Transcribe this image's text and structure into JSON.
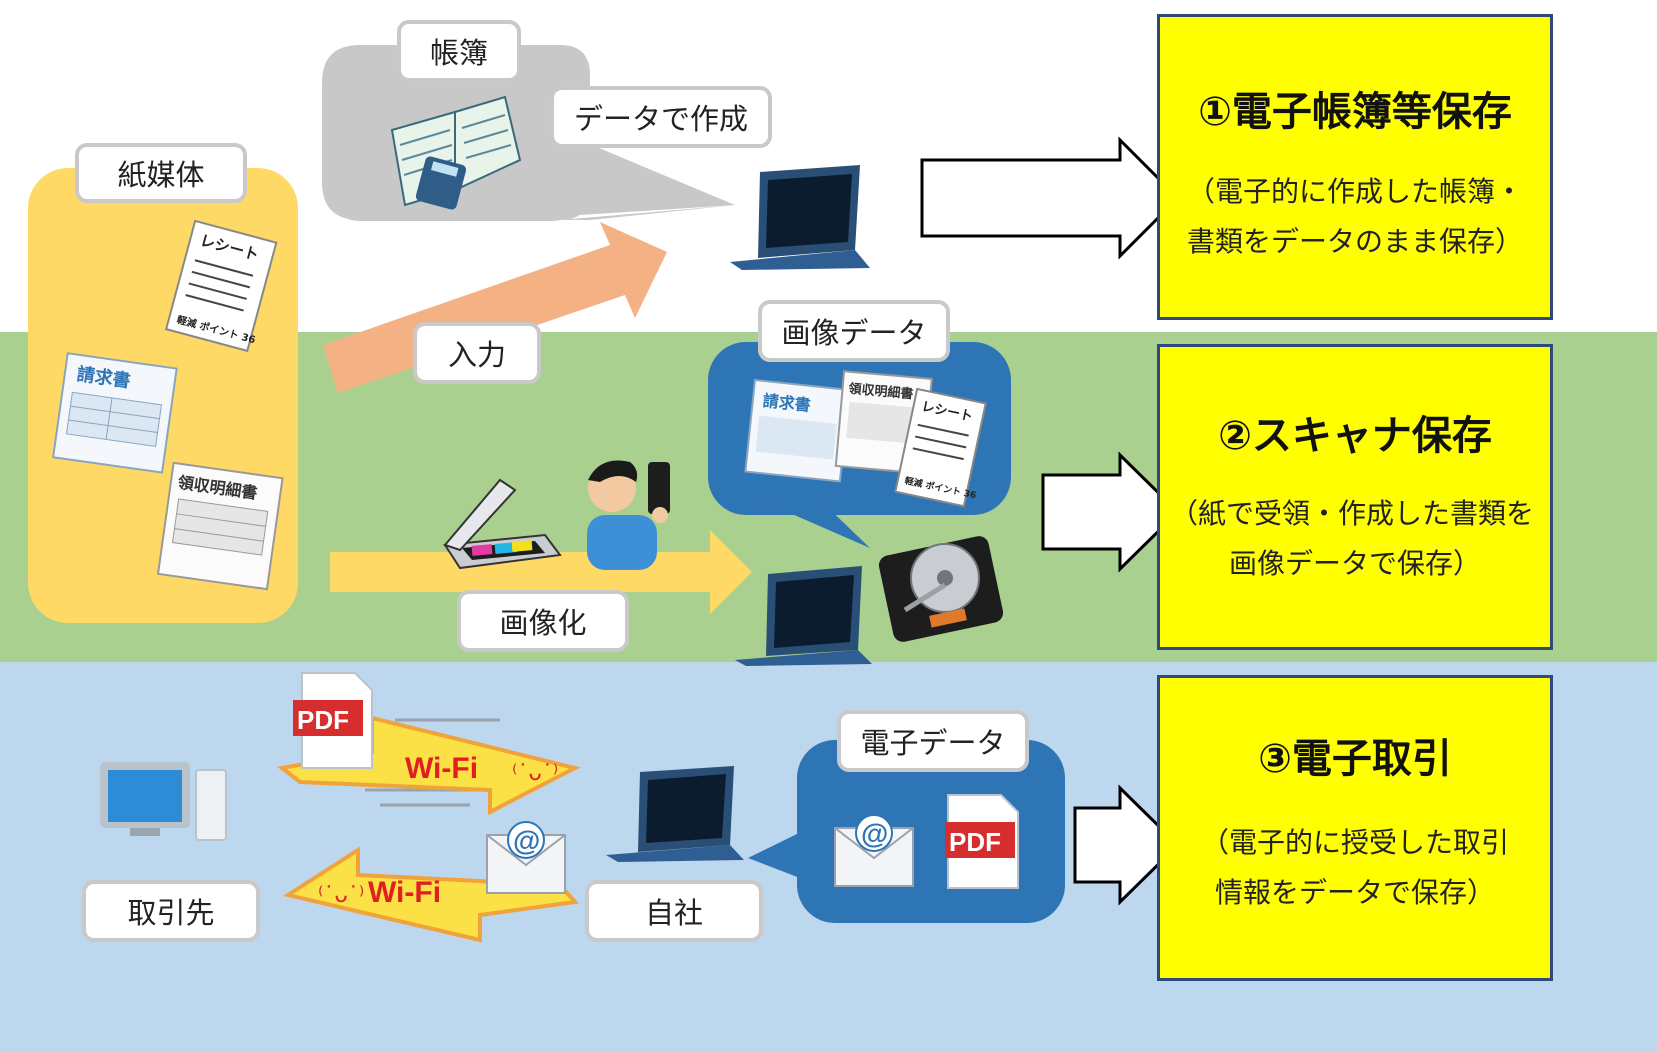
{
  "paper_media": {
    "label": "紙媒体"
  },
  "ledger": {
    "label": "帳簿",
    "create_label": "データで作成"
  },
  "input_label": "入力",
  "image_data_label": "画像データ",
  "imaging_label": "画像化",
  "electronic_data_label": "電子データ",
  "partner_label": "取引先",
  "own_company_label": "自社",
  "docs": {
    "receipt": "レシート",
    "invoice": "請求書",
    "statement": "領収明細書",
    "points": "軽減 ポイント 36"
  },
  "file_badge": "PDF",
  "network_label": "Wi-Fi",
  "at_symbol": "@",
  "categories": [
    {
      "title": "①電子帳簿等保存",
      "line1": "（電子的に作成した帳簿・",
      "line2": "書類をデータのまま保存）"
    },
    {
      "title": "②スキャナ保存",
      "line1": "（紙で受領・作成した書類を",
      "line2": "画像データで保存）"
    },
    {
      "title": "③電子取引",
      "line1": "（電子的に授受した取引",
      "line2": "情報をデータで保存）"
    }
  ],
  "colors": {
    "green_band": "#a9d08e",
    "blue_band": "#bdd7ee",
    "yellow_box": "#ffff00",
    "paper_panel": "#ffd966",
    "gray_bubble": "#c8c8c8",
    "blue_bubble": "#2e75b6",
    "input_arrow": "#f4b183",
    "imaging_arrow": "#ffd966"
  }
}
